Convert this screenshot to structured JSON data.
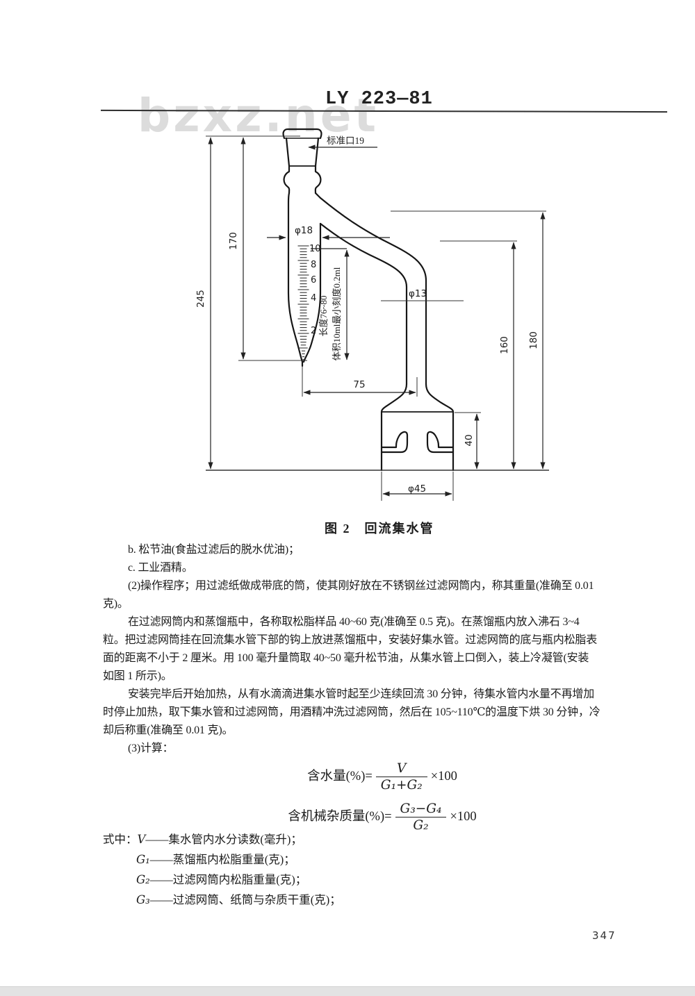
{
  "page": {
    "standard_code": "LY 223—81",
    "watermark": "bzxz.net",
    "page_number": "347"
  },
  "figure": {
    "caption": "图 2　回流集水管",
    "labels": {
      "joint": "标准口19",
      "d18": "φ18",
      "d13": "φ13",
      "d45": "φ45",
      "h245": "245",
      "h170": "170",
      "h160": "160",
      "h180": "180",
      "w75": "75",
      "h40": "40",
      "note_length": "长度76~80",
      "note_volume": "体积10ml最小刻度0.2ml"
    },
    "scale": [
      "10",
      "8",
      "6",
      "4",
      "2"
    ]
  },
  "body": {
    "lines": [
      {
        "ind": true,
        "t": "b. 松节油(食盐过滤后的脱水优油)；"
      },
      {
        "ind": true,
        "t": "c. 工业酒精。"
      },
      {
        "ind": true,
        "t": "(2)操作程序；用过滤纸做成带底的筒，使其刚好放在不锈钢丝过滤网筒内，称其重量(准确至 0.01"
      },
      {
        "ind": false,
        "t": "克)。"
      },
      {
        "ind": true,
        "t": "在过滤网筒内和蒸馏瓶中，各称取松脂样品 40~60 克(准确至 0.5 克)。在蒸馏瓶内放入沸石 3~4"
      },
      {
        "ind": false,
        "t": "粒。把过滤网筒挂在回流集水管下部的钩上放进蒸馏瓶中，安装好集水管。过滤网筒的底与瓶内松脂表"
      },
      {
        "ind": false,
        "t": "面的距离不小于 2 厘米。用 100 毫升量筒取 40~50 毫升松节油，从集水管上口倒入，装上冷凝管(安装"
      },
      {
        "ind": false,
        "t": "如图 1 所示)。"
      },
      {
        "ind": true,
        "t": "安装完毕后开始加热，从有水滴滴进集水管时起至少连续回流 30 分钟，待集水管内水量不再增加"
      },
      {
        "ind": false,
        "t": "时停止加热，取下集水管和过滤网筒，用酒精冲洗过滤网筒，然后在 105~110℃的温度下烘 30 分钟，冷"
      },
      {
        "ind": false,
        "t": "却后称重(准确至 0.01 克)。"
      },
      {
        "ind": true,
        "t": "(3)计算："
      }
    ]
  },
  "formulas": [
    {
      "lhs": "含水量(%)=",
      "num": "V",
      "den": "G₁+G₂",
      "rhs": "×100"
    },
    {
      "lhs": "含机械杂质量(%)=",
      "num": "G₃−G₄",
      "den": "G₂",
      "rhs": "×100"
    }
  ],
  "definitions": {
    "prefix": "式中：",
    "items": [
      {
        "sym": "V",
        "text": "——集水管内水分读数(毫升)；"
      },
      {
        "sym": "G₁",
        "text": "——蒸馏瓶内松脂重量(克)；"
      },
      {
        "sym": "G₂",
        "text": "——过滤网筒内松脂重量(克)；"
      },
      {
        "sym": "G₃",
        "text": "——过滤网筒、纸筒与杂质干重(克)；"
      }
    ]
  }
}
